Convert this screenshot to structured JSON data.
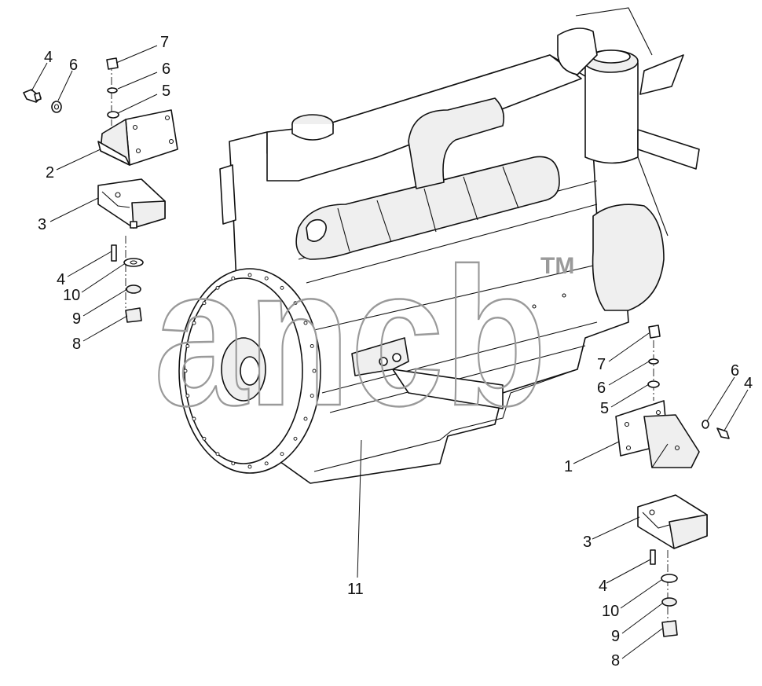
{
  "watermark": {
    "text": "ancb",
    "trademark": "TM"
  },
  "callouts": {
    "left": [
      "4",
      "6",
      "7",
      "6",
      "5",
      "2",
      "3",
      "4",
      "10",
      "9",
      "8"
    ],
    "right": [
      "7",
      "6",
      "5",
      "6",
      "4",
      "1",
      "3",
      "4",
      "10",
      "9",
      "8"
    ],
    "engine": "11"
  }
}
